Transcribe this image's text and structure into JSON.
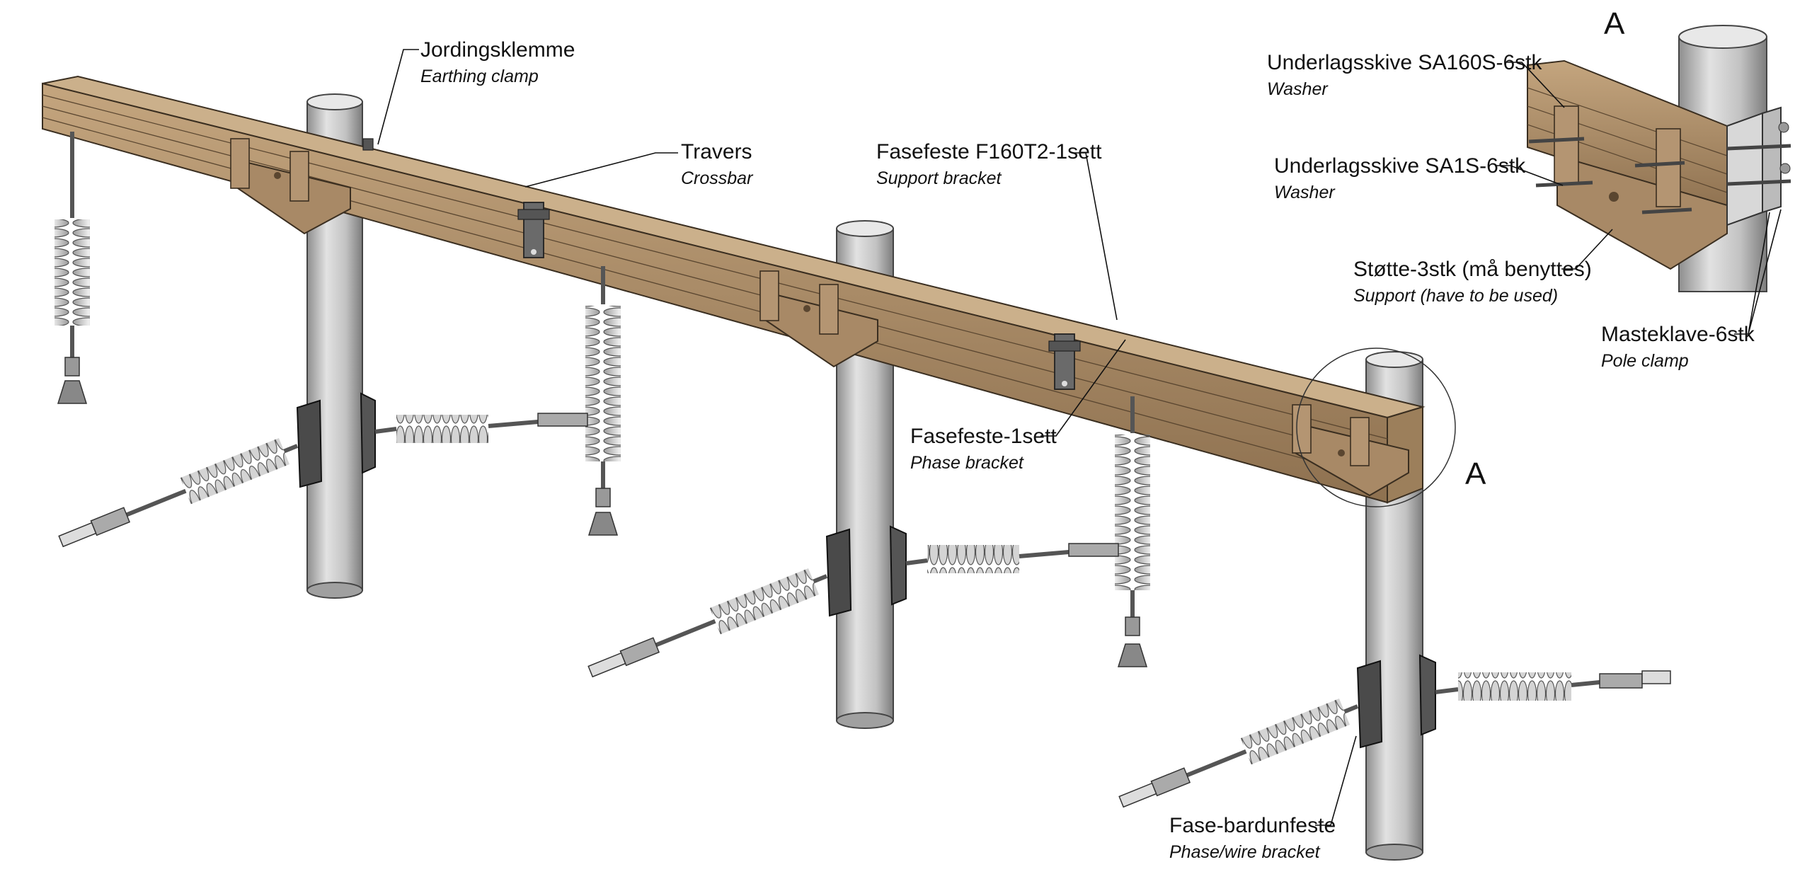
{
  "detail": {
    "letter_top": "A",
    "letter_callout": "A"
  },
  "labels": {
    "earthing_clamp": {
      "no": "Jordingsklemme",
      "en": "Earthing clamp"
    },
    "crossbar": {
      "no": "Travers",
      "en": "Crossbar"
    },
    "support_bracket": {
      "no": "Fasefeste F160T2-1sett",
      "en": "Support bracket"
    },
    "phase_bracket": {
      "no": "Fasefeste-1sett",
      "en": "Phase bracket"
    },
    "phase_wire_bracket": {
      "no": "Fase-bardunfeste",
      "en": "Phase/wire bracket"
    },
    "washer_sa160s": {
      "no": "Underlagsskive SA160S-6stk",
      "en": "Washer"
    },
    "washer_sa1s": {
      "no": "Underlagsskive SA1S-6stk",
      "en": "Washer"
    },
    "support": {
      "no": "Støtte-3stk (må benyttes)",
      "en": "Support (have to be used)"
    },
    "pole_clamp": {
      "no": "Masteklave-6stk",
      "en": "Pole clamp"
    }
  },
  "colors": {
    "wood": "#b08e66",
    "wood_dark": "#7d6445",
    "bracket": "#a88966",
    "pole": "#c4c4c4",
    "pole_dark": "#8a8a8a",
    "insulator": "#d9d9d9",
    "clamp": "#4a4a4a"
  }
}
